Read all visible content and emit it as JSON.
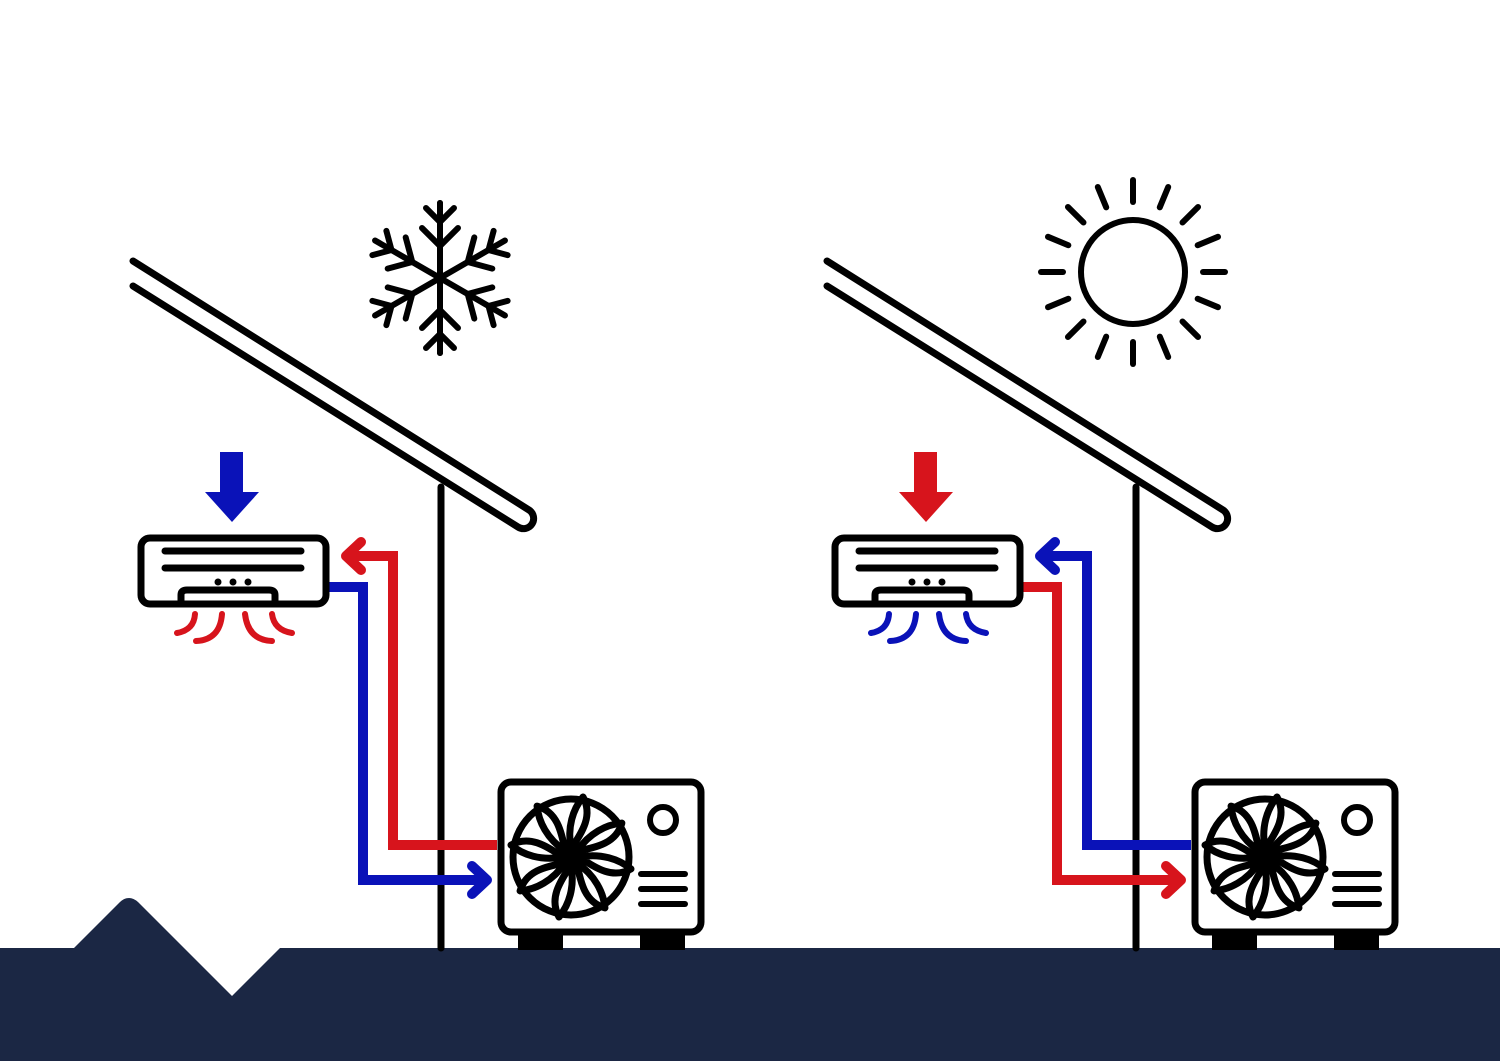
{
  "colors": {
    "background": "#ffffff",
    "ground": "#1b2744",
    "outline": "#000000",
    "hot": "#d7141c",
    "cold": "#0a12b8"
  },
  "scenes": [
    {
      "mode": "winter-heating",
      "weather_icon": "snowflake-icon",
      "incoming_arrow": "cold",
      "airflow": "hot",
      "supply_line": "hot",
      "return_line": "cold"
    },
    {
      "mode": "summer-cooling",
      "weather_icon": "sun-icon",
      "incoming_arrow": "hot",
      "airflow": "cold",
      "supply_line": "cold",
      "return_line": "hot"
    }
  ]
}
